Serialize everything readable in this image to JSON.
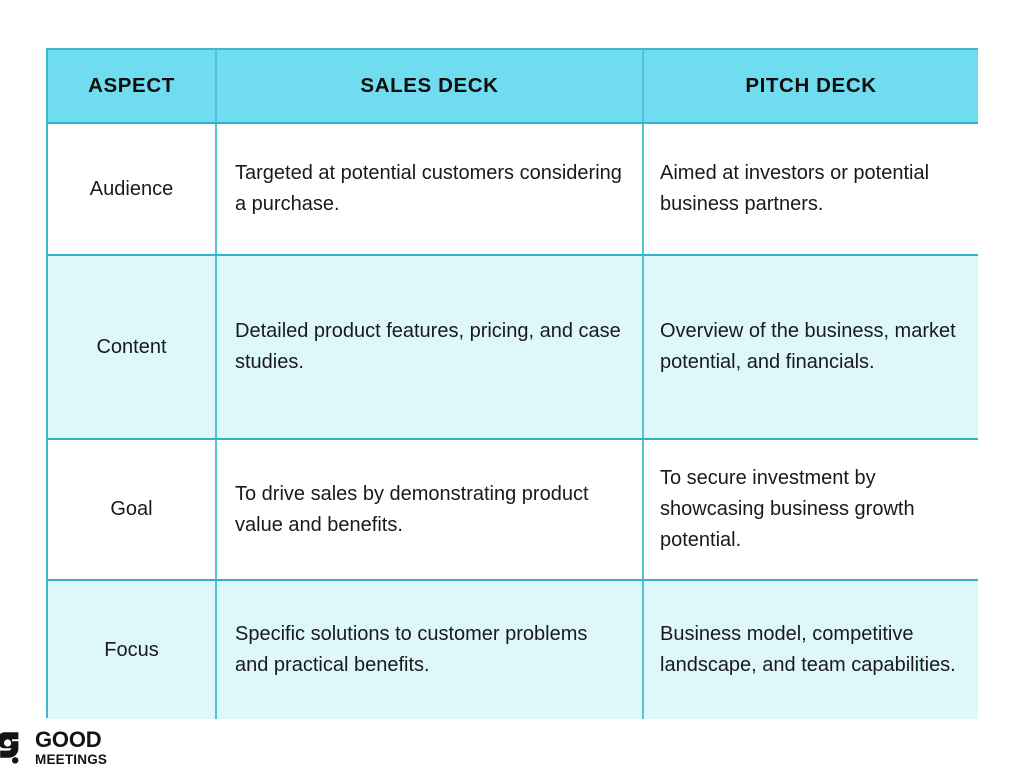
{
  "table": {
    "columns": [
      {
        "key": "aspect",
        "label": "ASPECT"
      },
      {
        "key": "sales",
        "label": "SALES DECK"
      },
      {
        "key": "pitch",
        "label": "PITCH DECK"
      }
    ],
    "rows": [
      {
        "aspect": "Audience",
        "sales": "Targeted at potential customers considering a purchase.",
        "pitch": "Aimed at investors or potential business partners.",
        "shade": "white"
      },
      {
        "aspect": "Content",
        "sales": "Detailed product features, pricing, and case studies.",
        "pitch": "Overview of the business, market potential, and financials.",
        "shade": "tint"
      },
      {
        "aspect": "Goal",
        "sales": "To drive sales by demonstrating product value and benefits.",
        "pitch": "To secure investment by showcasing business growth potential.",
        "shade": "white"
      },
      {
        "aspect": "Focus",
        "sales": "Specific solutions to customer problems and practical benefits.",
        "pitch": "Business model, competitive landscape, and team capabilities.",
        "shade": "tint"
      }
    ]
  },
  "logo": {
    "mark_icon": "good-meetings-g-mark-icon",
    "line1": "GOOD",
    "line2": "MEETINGS"
  },
  "colors": {
    "header_bg": "#70dcef",
    "row_tint_bg": "#ddf7fb",
    "row_white_bg": "#ffffff",
    "border": "#3fb8cd",
    "inner_border": "#55c3d6",
    "text": "#1a1a1a",
    "logo": "#141414",
    "page_bg": "#ffffff"
  }
}
